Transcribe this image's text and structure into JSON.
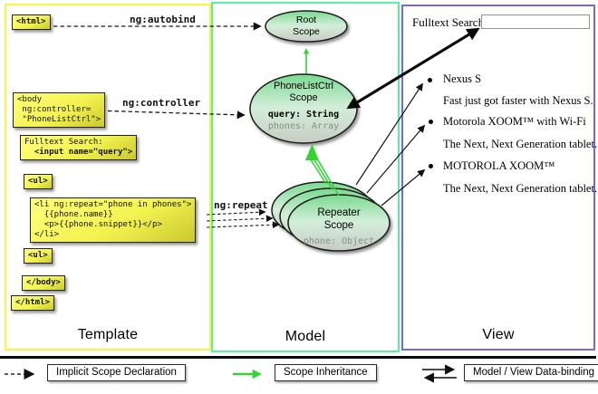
{
  "template_column": {
    "label": "Template",
    "boxes": {
      "html_open": "<html>",
      "body_open": "<body\n ng:controller=\n \"PhoneListCtrl\">",
      "search_line1": "Fulltext Search:",
      "search_line2": "<input name=\"query\">",
      "ul_open": "<ul>",
      "li_repeat": "<li ng:repeat=\"phone in phones\">\n  {{phone.name}}\n  <p>{{phone.snippet}}</p>\n</li>",
      "ul_close": "<ul>",
      "body_close": "</body>",
      "html_close": "</html>"
    },
    "annotations": {
      "autobind": "ng:autobind",
      "controller": "ng:controller",
      "repeat": "ng:repeat"
    }
  },
  "model_column": {
    "label": "Model",
    "root_scope": {
      "line1": "Root",
      "line2": "Scope"
    },
    "phonelist_scope": {
      "line1": "PhoneListCtrl",
      "line2": "Scope",
      "prop_query": "query: String",
      "prop_phones": "phones: Array"
    },
    "repeater_scope": {
      "line1": "Repeater",
      "line2": "Scope",
      "prop_phone": "phone: Object"
    }
  },
  "view_column": {
    "label": "View",
    "search_label": "Fulltext Search:",
    "search_value": "",
    "items": [
      {
        "title": "Nexus S",
        "desc": "Fast just got faster with Nexus S."
      },
      {
        "title": "Motorola XOOM™  with Wi-Fi",
        "desc": "The Next, Next Generation tablet."
      },
      {
        "title": "MOTOROLA XOOM™",
        "desc": "The Next, Next Generation tablet."
      }
    ]
  },
  "legend": {
    "implicit": "Implicit Scope Declaration",
    "inheritance": "Scope Inheritance",
    "binding": "Model / View Data-binding"
  },
  "colors": {
    "template_border": "#f6f63e",
    "model_border": "#57efa0",
    "view_border": "#7a66e3",
    "scope_fill_top": "#79da90",
    "scope_fill_bottom": "#c6ccc3",
    "code_box_yellow": "#f3f350",
    "inheritance_green": "#35d435"
  }
}
